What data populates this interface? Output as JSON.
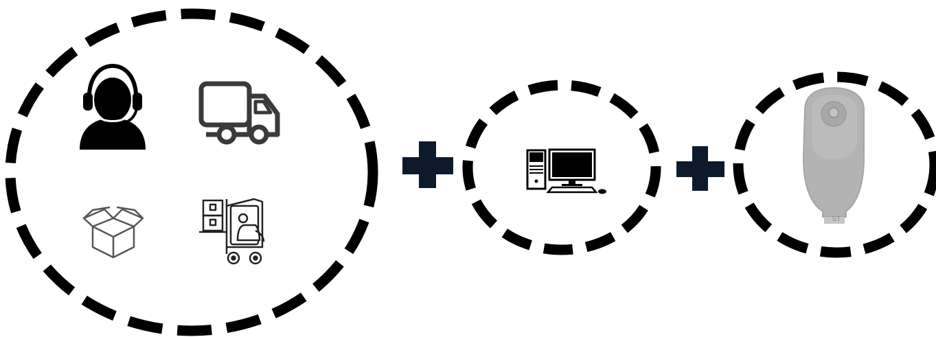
{
  "diagram": {
    "groups": [
      {
        "id": "services",
        "icons": [
          "customer-support-headset-icon",
          "delivery-truck-icon",
          "open-box-icon",
          "forklift-warehouse-icon"
        ]
      },
      {
        "id": "computer",
        "icons": [
          "desktop-computer-icon"
        ]
      },
      {
        "id": "product",
        "icons": [
          "ostomy-pouch-image"
        ]
      }
    ],
    "operators": [
      "plus",
      "plus"
    ],
    "product_marking": "ST"
  },
  "colors": {
    "dash": "#000000",
    "plus": "#0d1a2b",
    "icon": "#000000",
    "icon_outline": "#3a3a3a",
    "pouch": "#b3b3b3",
    "background": "#ffffff"
  }
}
